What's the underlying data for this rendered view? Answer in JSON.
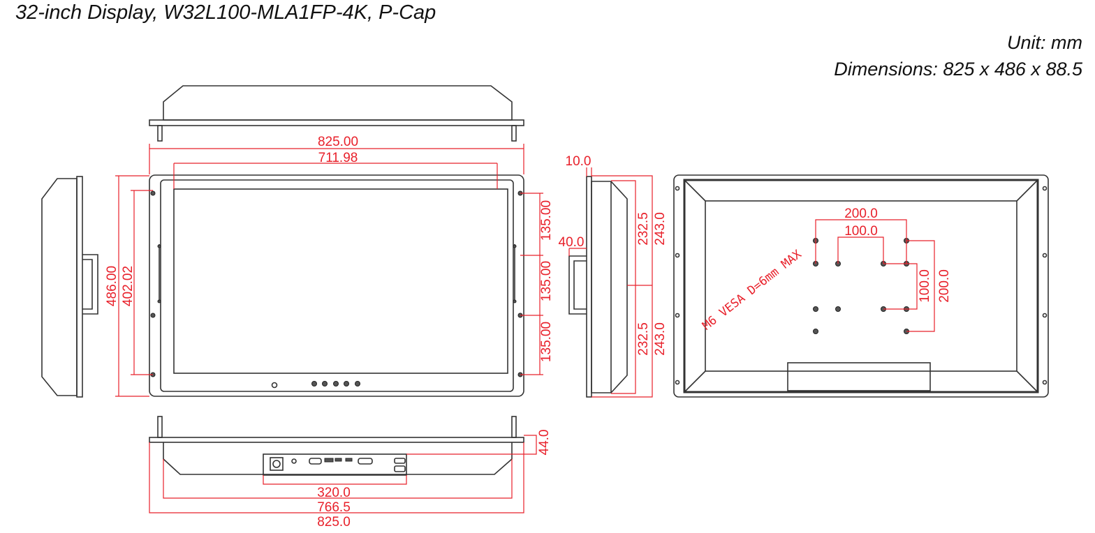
{
  "title": "32-inch Display, W32L100-MLA1FP-4K, P-Cap",
  "unit_label": "Unit: mm",
  "dimensions_label": "Dimensions: 825 x 486 x 88.5",
  "colors": {
    "dimension": "#e8202a",
    "outline": "#333333"
  },
  "front_view": {
    "width_overall": "825.00",
    "width_active": "711.98",
    "height_overall": "486.00",
    "height_active": "402.02",
    "mount_spacing": [
      "135.00",
      "135.00",
      "135.00"
    ]
  },
  "side_view": {
    "bezel_depth": "10.0",
    "handle_depth": "40.0",
    "upper_inner": "232.5",
    "upper_outer": "243.0",
    "lower_inner": "232.5",
    "lower_outer": "243.0"
  },
  "rear_view": {
    "vesa_outer_h": "200.0",
    "vesa_inner_h": "100.0",
    "vesa_inner_v": "100.0",
    "vesa_outer_v": "200.0",
    "vesa_note": "M6 VESA D=6mm MAX"
  },
  "bottom_view": {
    "io_depth": "44.0",
    "io_width": "320.0",
    "body_width": "766.5",
    "overall_width": "825.0"
  }
}
